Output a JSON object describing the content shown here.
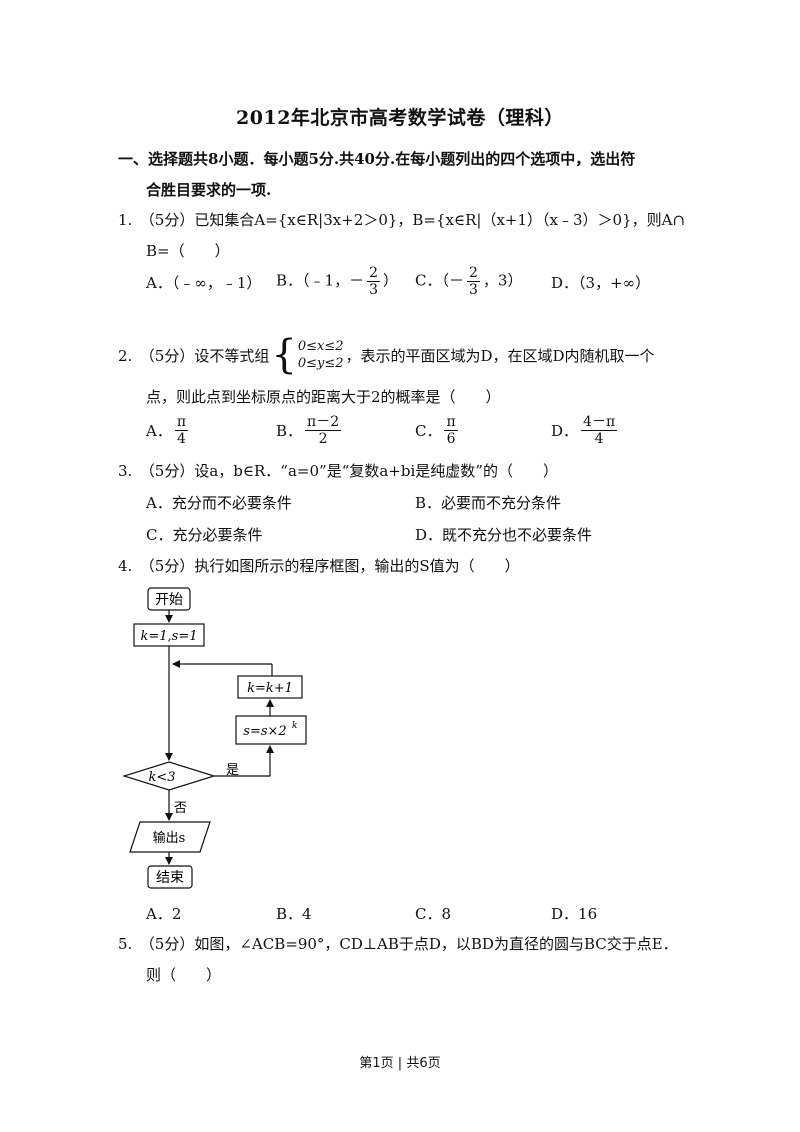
{
  "title": "2012年北京市高考数学试卷（理科）",
  "section": {
    "line1": "一、选择题共8小题．每小题5分.共40分.在每小题列出的四个选项中，选出符",
    "line2": "合胜目要求的一项."
  },
  "q1": {
    "line1": "1.　（5分）已知集合A={x∈R|3x+2＞0}，B={x∈R|（x+1）（x﹣3）＞0}，则A∩",
    "line2": "B=（　　）",
    "optA": "A．（﹣∞，﹣1）",
    "optB_prefix": "B．（﹣1，",
    "optB_frac_num": "2",
    "optB_frac_den": "3",
    "optB_suffix": "）",
    "optC_prefix": "C．（",
    "optC_frac_num": "2",
    "optC_frac_den": "3",
    "optC_suffix": "，3）",
    "optD": "D．（3，+∞）",
    "minus": "－"
  },
  "q2": {
    "prefix": "2.　（5分）设不等式组",
    "sys1": "0≤x≤2",
    "sys2": "0≤y≤2",
    "suffix": "，表示的平面区域为D，在区域D内随机取一个",
    "line2": "点，则此点到坐标原点的距离大于2的概率是（　　）",
    "optA_label": "A．",
    "optA_num": "π",
    "optA_den": "4",
    "optB_label": "B．",
    "optB_num": "π－2",
    "optB_den": "2",
    "optC_label": "C．",
    "optC_num": "π",
    "optC_den": "6",
    "optD_label": "D．",
    "optD_num": "4－π",
    "optD_den": "4"
  },
  "q3": {
    "line1": "3.　（5分）设a，b∈R．“a=0”是“复数a+bi是纯虚数”的（　　）",
    "optA": "A．充分而不必要条件",
    "optB": "B．必要而不充分条件",
    "optC": "C．充分必要条件",
    "optD": "D．既不充分也不必要条件"
  },
  "q4": {
    "line1": "4.　（5分）执行如图所示的程序框图，输出的S值为（　　）",
    "flow": {
      "start": "开始",
      "init": "k=1,s=1",
      "incr": "k=k+1",
      "update": "s=s×2",
      "update_sup": "k",
      "cond": "k<3",
      "yes": "是",
      "no": "否",
      "output": "输出s",
      "end": "结束"
    },
    "optA": "A．2",
    "optB": "B．4",
    "optC": "C．8",
    "optD": "D．16"
  },
  "q5": {
    "line1": "5.　（5分）如图，∠ACB=90°，CD⊥AB于点D，以BD为直径的圆与BC交于点E．",
    "line2": "则（　　）"
  },
  "footer": "第1页 | 共6页"
}
